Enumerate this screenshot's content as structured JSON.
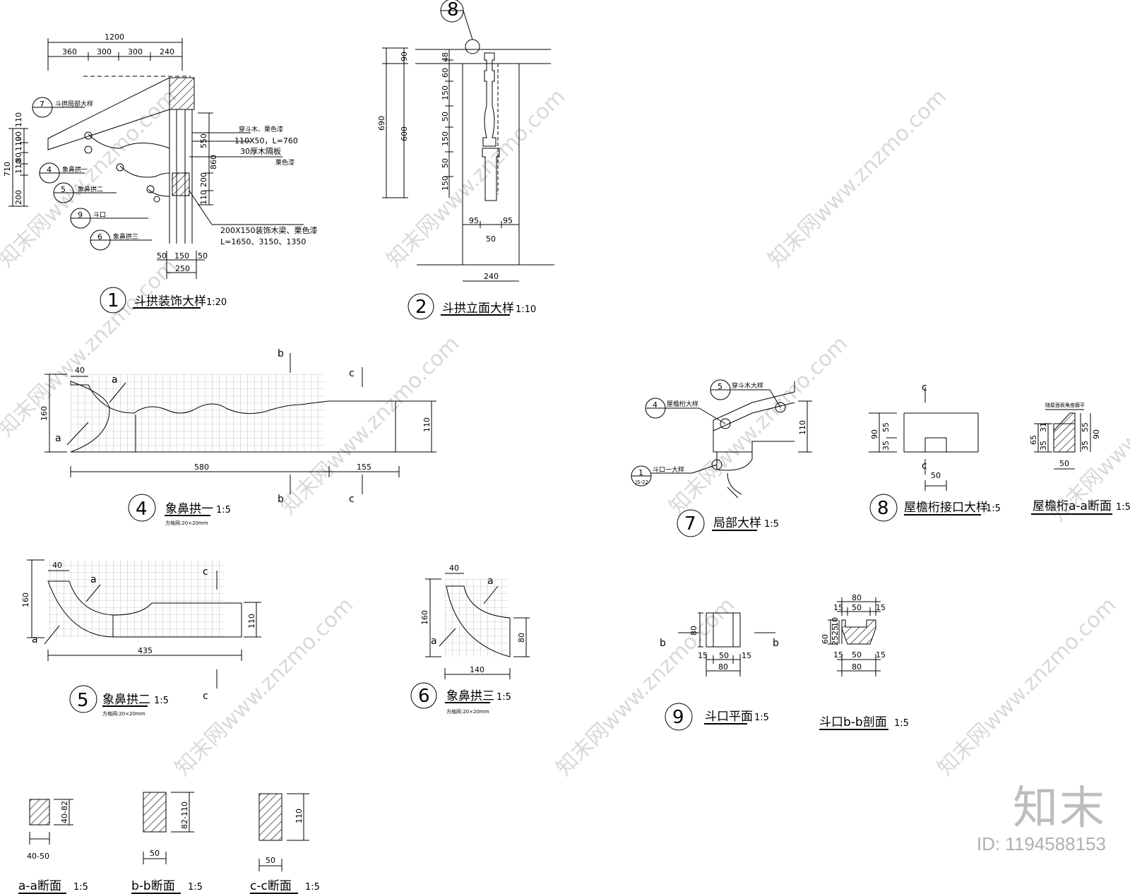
{
  "watermark": {
    "text": "知末网www.znzmo.com"
  },
  "brand": {
    "logo": "知末",
    "id": "ID: 1194588153"
  },
  "d1": {
    "num": "1",
    "title": "斗拱装饰大样",
    "scale": "1:20",
    "dims_top": [
      "1200",
      "360",
      "300",
      "300",
      "240"
    ],
    "dims_left": [
      "710",
      "200",
      "110",
      "80",
      "110",
      "90",
      "110"
    ],
    "dims_right": [
      "550",
      "860",
      "200",
      "110"
    ],
    "dims_bottom": [
      "50",
      "150",
      "50",
      "250"
    ],
    "callouts": [
      {
        "num": "7",
        "text": "斗拱局部大样"
      },
      {
        "num": "4",
        "text": "象鼻拱一"
      },
      {
        "num": "5",
        "text": "象鼻拱二"
      },
      {
        "num": "9",
        "text": "斗口"
      },
      {
        "num": "6",
        "text": "象鼻拱三"
      }
    ],
    "notes": [
      "穿斗木、栗色漆",
      "110X50，L=760",
      "30厚木隔板",
      "栗色漆",
      "200X150装饰木梁、栗色漆",
      "L=1650、3150、1350"
    ]
  },
  "d2": {
    "num": "2",
    "title": "斗拱立面大样",
    "scale": "1:10",
    "marker": "8",
    "dims_left": [
      "90",
      "690",
      "600"
    ],
    "dims_inner": [
      "48",
      "60",
      "150",
      "50",
      "150",
      "50",
      "150"
    ],
    "dims_bottom": [
      "95",
      "95",
      "50",
      "240"
    ]
  },
  "d4": {
    "num": "4",
    "title": "象鼻拱一",
    "scale": "1:5",
    "grid": "方格网:20×20mm",
    "dims": [
      "40",
      "160",
      "110",
      "580",
      "155"
    ],
    "labels": [
      "a",
      "a",
      "b",
      "b",
      "c",
      "c"
    ]
  },
  "d5": {
    "num": "5",
    "title": "象鼻拱二",
    "scale": "1:5",
    "grid": "方格网:20×20mm",
    "dims": [
      "40",
      "160",
      "110",
      "435"
    ],
    "labels": [
      "a",
      "a",
      "c",
      "c"
    ]
  },
  "d6": {
    "num": "6",
    "title": "象鼻拱三",
    "scale": "1:5",
    "grid": "方格网:20×20mm",
    "dims": [
      "40",
      "160",
      "80",
      "140"
    ],
    "labels": [
      "a",
      "a"
    ]
  },
  "d7": {
    "num": "7",
    "title": "局部大样",
    "scale": "1:5",
    "dim": "110",
    "callouts": [
      {
        "num": "4",
        "text": "屋檐桁大样"
      },
      {
        "num": "5",
        "text": "穿斗木大样"
      },
      {
        "num": "1",
        "sub": "JS-22",
        "text": "斗口一大样"
      }
    ]
  },
  "d8": {
    "num": "8",
    "title": "屋檐桁接口大样",
    "scale": "1:5",
    "dims": [
      "90",
      "55",
      "35",
      "50"
    ],
    "labels": [
      "c",
      "c"
    ]
  },
  "d8a": {
    "title": "屋檐桁a-a断面",
    "scale": "1:5",
    "note": "随屋面板角度磨平",
    "dims": [
      "65",
      "31",
      "35",
      "55",
      "35",
      "90",
      "50"
    ]
  },
  "d9": {
    "num": "9",
    "title": "斗口平面",
    "scale": "1:5",
    "dims": [
      "80",
      "15",
      "50",
      "15",
      "80"
    ],
    "labels": [
      "b",
      "b"
    ]
  },
  "d9b": {
    "title": "斗口b-b剖面",
    "scale": "1:5",
    "dims": [
      "80",
      "15",
      "50",
      "15",
      "10",
      "60",
      "25",
      "25",
      "15",
      "50",
      "15",
      "80"
    ]
  },
  "sa": {
    "title": "a-a断面",
    "scale": "1:5",
    "dims": [
      "40-82",
      "40-50"
    ]
  },
  "sb": {
    "title": "b-b断面",
    "scale": "1:5",
    "dims": [
      "82-110",
      "50"
    ]
  },
  "sc": {
    "title": "c-c断面",
    "scale": "1:5",
    "dims": [
      "110",
      "50"
    ]
  }
}
